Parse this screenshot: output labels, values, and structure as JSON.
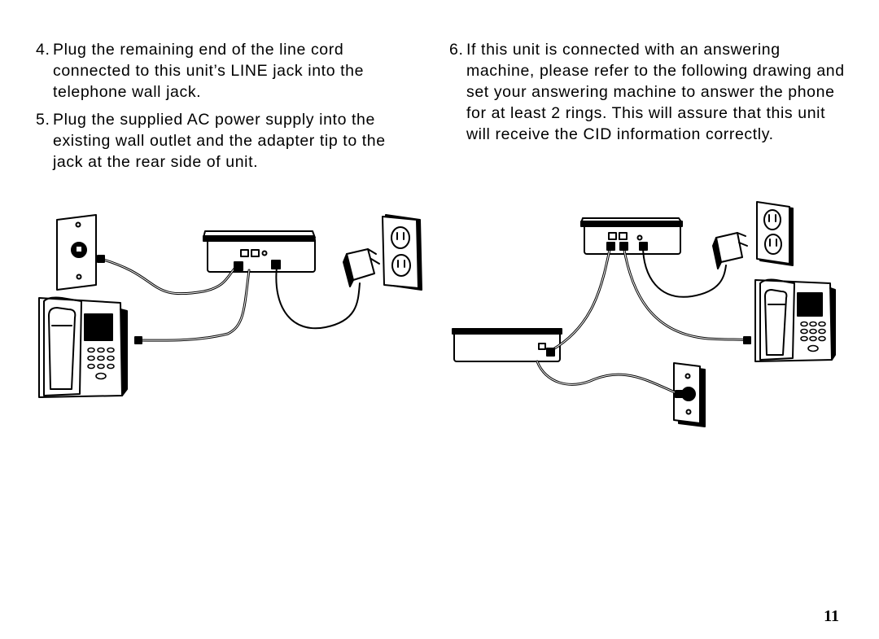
{
  "steps_left": [
    {
      "num": "4.",
      "text": "Plug the remaining end of the line cord connected to this unit’s LINE jack into the telephone wall jack."
    },
    {
      "num": "5.",
      "text": "Plug the supplied AC power supply into the existing wall outlet and the adapter tip to the jack at the rear side of unit."
    }
  ],
  "steps_right": [
    {
      "num": "6.",
      "text": "If this unit is connected with an answering machine, please refer to the following drawing and set your answering machine to answer the phone for at least 2 rings. This will assure that this unit will receive the CID information correctly."
    }
  ],
  "page_number": "11"
}
